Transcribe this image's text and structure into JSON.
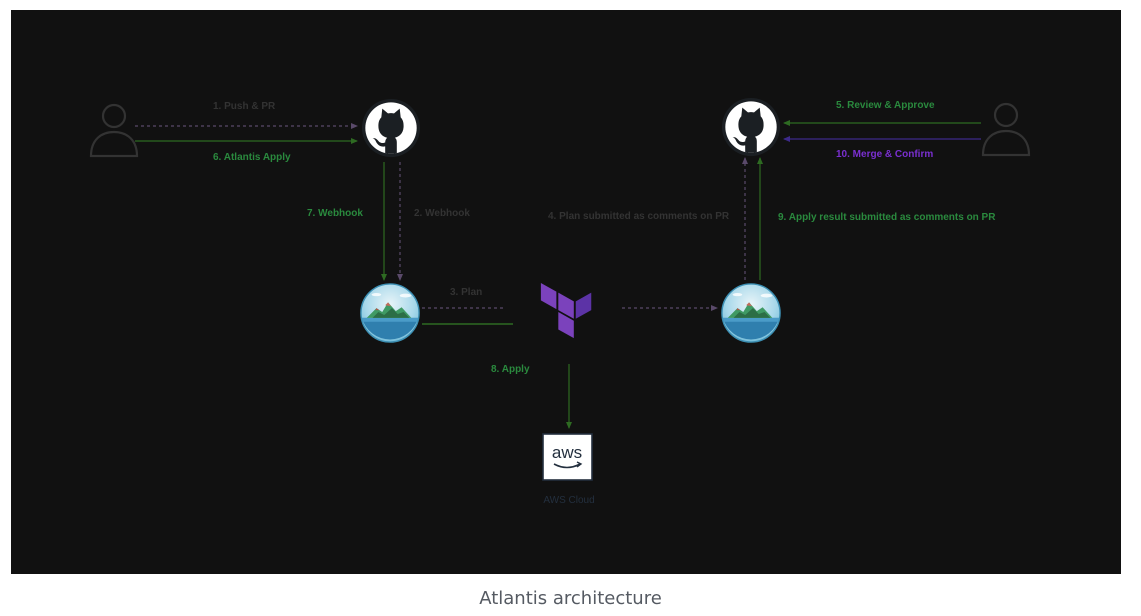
{
  "caption": "Atlantis architecture",
  "colors": {
    "dark": "#333333",
    "green": "#2a8a3e",
    "purple": "#7a2fd0",
    "dashed_arrow": "#5a4a6a",
    "solid_arrow": "#2e6b22",
    "terraform": "#7b42bc"
  },
  "steps": {
    "s1": "1. Push & PR",
    "s2": "2. Webhook",
    "s3": "3. Plan",
    "s4": "4. Plan submitted as comments on PR",
    "s5": "5. Review & Approve",
    "s6": "6. Atlantis Apply",
    "s7": "7. Webhook",
    "s8": "8. Apply",
    "s9": "9. Apply result submitted as comments on PR",
    "s10": "10. Merge & Confirm"
  },
  "aws": {
    "logo_text": "aws",
    "caption": "AWS Cloud"
  },
  "icons": [
    "user-icon",
    "github-icon",
    "atlantis-icon",
    "terraform-icon",
    "aws-icon"
  ]
}
